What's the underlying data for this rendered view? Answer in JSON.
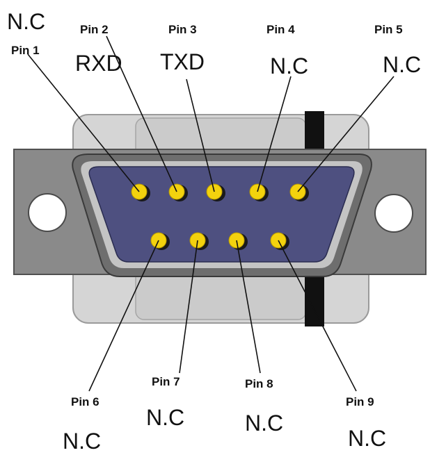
{
  "connector": {
    "type": "DB9",
    "colors": {
      "flange": "#8a8a8a",
      "flange_border": "#505050",
      "shell_outer": "#6e6e6e",
      "shell_inner": "#c4c4c4",
      "insert": "#4e5080",
      "pin": "#f3d20e",
      "backshell": "#d5d5d5",
      "strap": "#111111"
    }
  },
  "pins": [
    {
      "number": 1,
      "label": "Pin 1",
      "signal": "N.C"
    },
    {
      "number": 2,
      "label": "Pin 2",
      "signal": "RXD"
    },
    {
      "number": 3,
      "label": "Pin 3",
      "signal": "TXD"
    },
    {
      "number": 4,
      "label": "Pin 4",
      "signal": "N.C"
    },
    {
      "number": 5,
      "label": "Pin 5",
      "signal": "N.C"
    },
    {
      "number": 6,
      "label": "Pin 6",
      "signal": "N.C"
    },
    {
      "number": 7,
      "label": "Pin 7",
      "signal": "N.C"
    },
    {
      "number": 8,
      "label": "Pin 8",
      "signal": "N.C"
    },
    {
      "number": 9,
      "label": "Pin 9",
      "signal": "N.C"
    }
  ]
}
